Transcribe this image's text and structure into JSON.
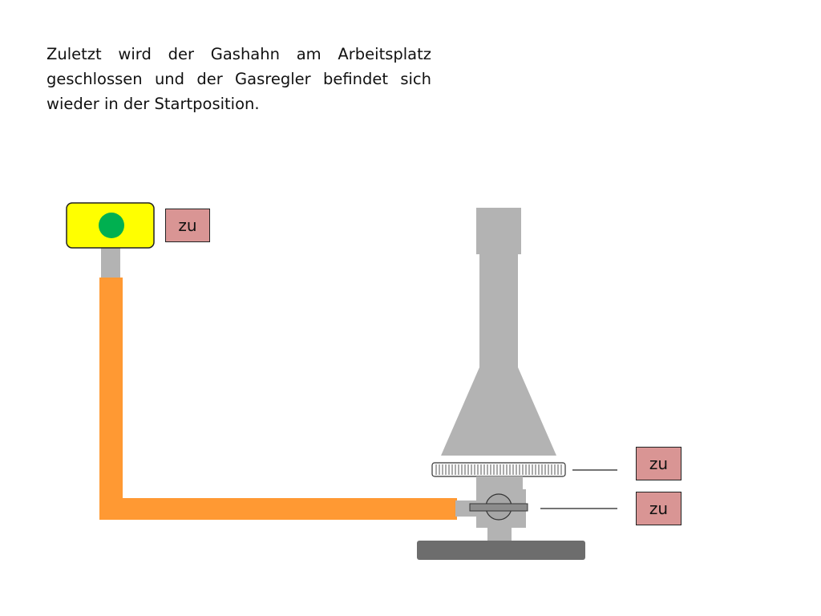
{
  "caption": "Zuletzt wird der Gashahn am Arbeitsplatz geschlossen und der Gasregler befindet sich wieder in der Startposition.",
  "labels": {
    "gas_tap_state": "zu",
    "air_regulator_state": "zu",
    "gas_regulator_state": "zu"
  },
  "colors": {
    "hose": "#ff9933",
    "tap_body": "#ffff00",
    "tap_indicator": "#00b050",
    "burner_metal": "#b3b3b3",
    "burner_base": "#6d6d6d",
    "label_fill": "#d99594"
  }
}
